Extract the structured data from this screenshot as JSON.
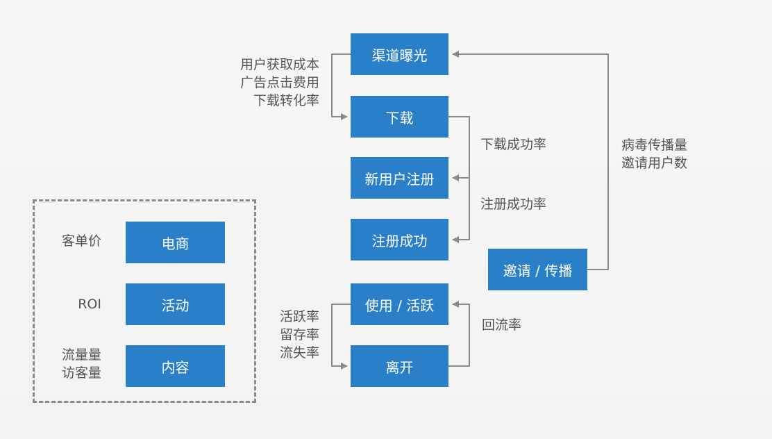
{
  "funnel": {
    "exposure": "渠道曝光",
    "download": "下载",
    "new_user_register": "新用户注册",
    "register_success": "注册成功",
    "use_active": "使用 / 活跃",
    "leave": "离开",
    "invite_spread": "邀请 / 传播"
  },
  "metrics": {
    "acquisition": [
      "用户获取成本",
      "广告点击费用",
      "下载转化率"
    ],
    "download_success_rate": "下载成功率",
    "register_success_rate": "注册成功率",
    "viral": [
      "病毒传播量",
      "邀请用户数"
    ],
    "activity": [
      "活跃率",
      "留存率",
      "流失率"
    ],
    "return_rate": "回流率"
  },
  "business": {
    "rows": [
      {
        "metric": [
          "客单价"
        ],
        "type": "电商"
      },
      {
        "metric": [
          "ROI"
        ],
        "type": "活动"
      },
      {
        "metric": [
          "流量量",
          "访客量"
        ],
        "type": "内容"
      }
    ]
  },
  "colors": {
    "box_fill": "#2a7fc9",
    "box_text": "#ffffff",
    "label_text": "#555555",
    "connector": "#8a8a8a",
    "dashed_border": "#8a8a8a"
  }
}
